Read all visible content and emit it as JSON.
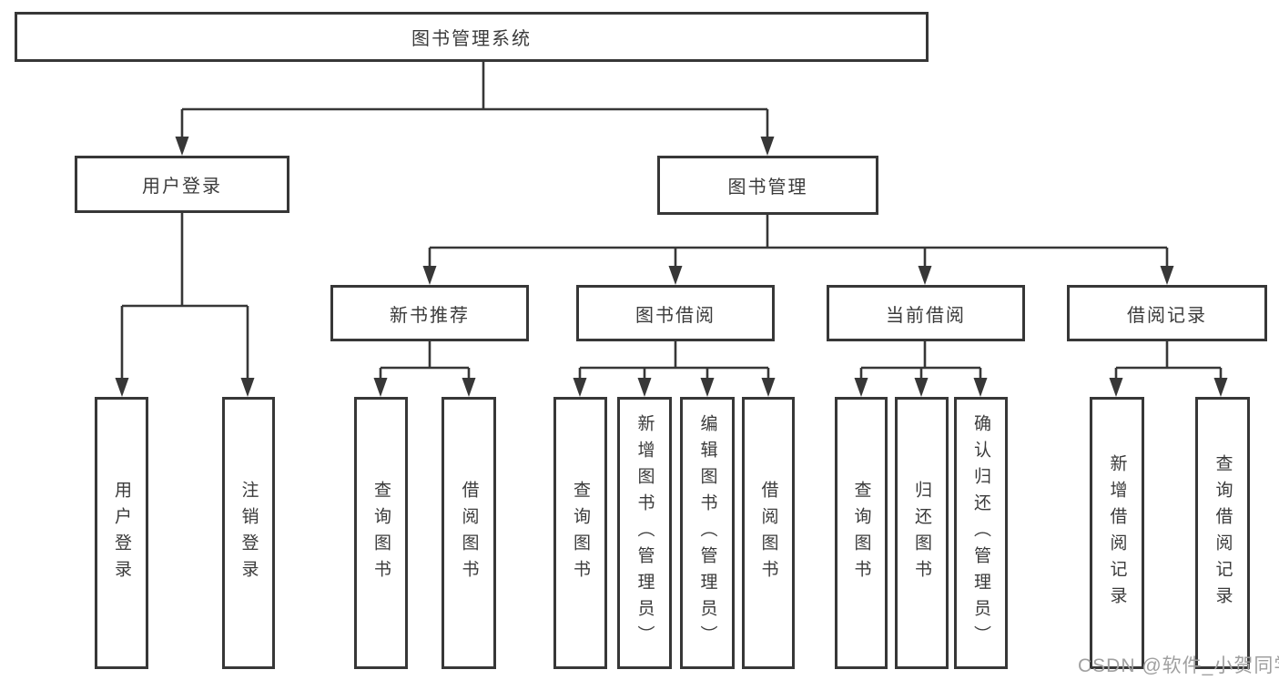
{
  "diagram": {
    "title_node": "图书管理系统",
    "root": {
      "label": "图书管理系统"
    },
    "branches": [
      {
        "label": "用户登录",
        "children": [
          {
            "label": "用户登录"
          },
          {
            "label": "注销登录"
          }
        ]
      },
      {
        "label": "图书管理",
        "children": [
          {
            "label": "新书推荐",
            "children": [
              {
                "label": "查询图书"
              },
              {
                "label": "借阅图书"
              }
            ]
          },
          {
            "label": "图书借阅",
            "children": [
              {
                "label": "查询图书"
              },
              {
                "label": "新增图书（管理员）"
              },
              {
                "label": "编辑图书（管理员）"
              },
              {
                "label": "借阅图书"
              }
            ]
          },
          {
            "label": "当前借阅",
            "children": [
              {
                "label": "查询图书"
              },
              {
                "label": "归还图书"
              },
              {
                "label": "确认归还（管理员）"
              }
            ]
          },
          {
            "label": "借阅记录",
            "children": [
              {
                "label": "新增借阅记录"
              },
              {
                "label": "查询借阅记录"
              }
            ]
          }
        ]
      }
    ]
  },
  "watermark": {
    "text": "CSDN @软件_小贺同学"
  },
  "colors": {
    "line": "#373737",
    "text": "#3b3b3b",
    "watermark": "#a0a0a0",
    "background": "#ffffff"
  }
}
